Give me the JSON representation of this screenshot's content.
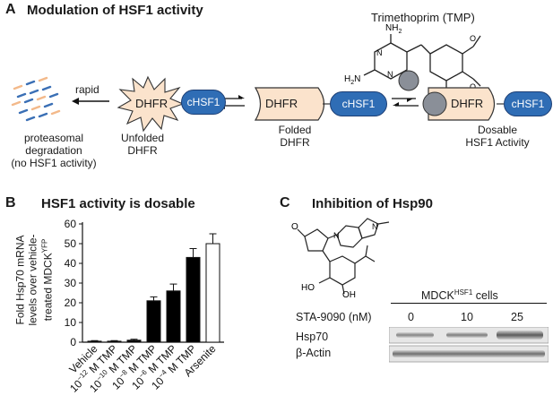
{
  "panel_a": {
    "letter": "A",
    "title": "Modulation of HSF1 activity",
    "tmp_label": "Trimethoprim (TMP)",
    "nh2_top": "NH",
    "nh2_left": "H",
    "nh2_sub": "2",
    "nh2_left_tail": "N",
    "rapid": "rapid",
    "degradation_label": [
      "proteasomal",
      "degradation",
      "(no HSF1 activity)"
    ],
    "unfolded_dhfr": "DHFR",
    "unfolded_label": [
      "Unfolded",
      "DHFR"
    ],
    "folded_dhfr": "DHFR",
    "folded_label": [
      "Folded",
      "DHFR"
    ],
    "bound_dhfr": "DHFR",
    "dosable_label": [
      "Dosable",
      "HSF1 Activity"
    ],
    "chsf1": "cHSF1"
  },
  "panel_b": {
    "letter": "B",
    "title": "HSF1 activity is dosable",
    "ylabel_lines": [
      "Fold Hsp70 mRNA",
      "levels over vehicle-",
      "treated MDCK"
    ],
    "ylabel_sup": "YFP",
    "tmp_unit": "M TMP",
    "tmp_base": "10"
  },
  "panel_c": {
    "letter": "C",
    "title": "Inhibition of Hsp90",
    "mdck_label": "MDCK",
    "mdck_sup": "HSF1",
    "mdck_tail": " cells",
    "sta_label": "STA-9090 (nM)",
    "doses": [
      "0",
      "10",
      "25"
    ],
    "hsp70": "Hsp70",
    "actin": "β-Actin",
    "mol_o": "O",
    "mol_n": "N",
    "mol_nh": "N",
    "mol_ho": "HO",
    "mol_oh": "OH"
  },
  "chart_data": {
    "type": "bar",
    "categories": [
      "Vehicle",
      "10⁻¹² M TMP",
      "10⁻¹⁰ M TMP",
      "10⁻⁸ M TMP",
      "10⁻⁶ M TMP",
      "10⁻⁴ M TMP",
      "Arsenite"
    ],
    "category_exponents": [
      "",
      "-12",
      "-10",
      "-8",
      "-6",
      "-4",
      ""
    ],
    "values": [
      0.5,
      0.5,
      1,
      21,
      26,
      43,
      50
    ],
    "errors": [
      0.3,
      0.3,
      0.5,
      2,
      3.5,
      4.5,
      5
    ],
    "fill": [
      "#000000",
      "#000000",
      "#000000",
      "#000000",
      "#000000",
      "#000000",
      "#ffffff"
    ],
    "yticks": [
      0,
      10,
      20,
      30,
      40,
      50,
      60
    ],
    "ylim": [
      0,
      60
    ],
    "ylabel": "Fold Hsp70 mRNA levels over vehicle-treated MDCK YFP"
  },
  "colors": {
    "chsf1_blue": "#2f6db5",
    "dhfr_peach": "#fbe3cc",
    "gray_ligand": "#8a8f98",
    "dash_blue": "#3a6fb5",
    "dash_orange": "#f3b98a"
  }
}
